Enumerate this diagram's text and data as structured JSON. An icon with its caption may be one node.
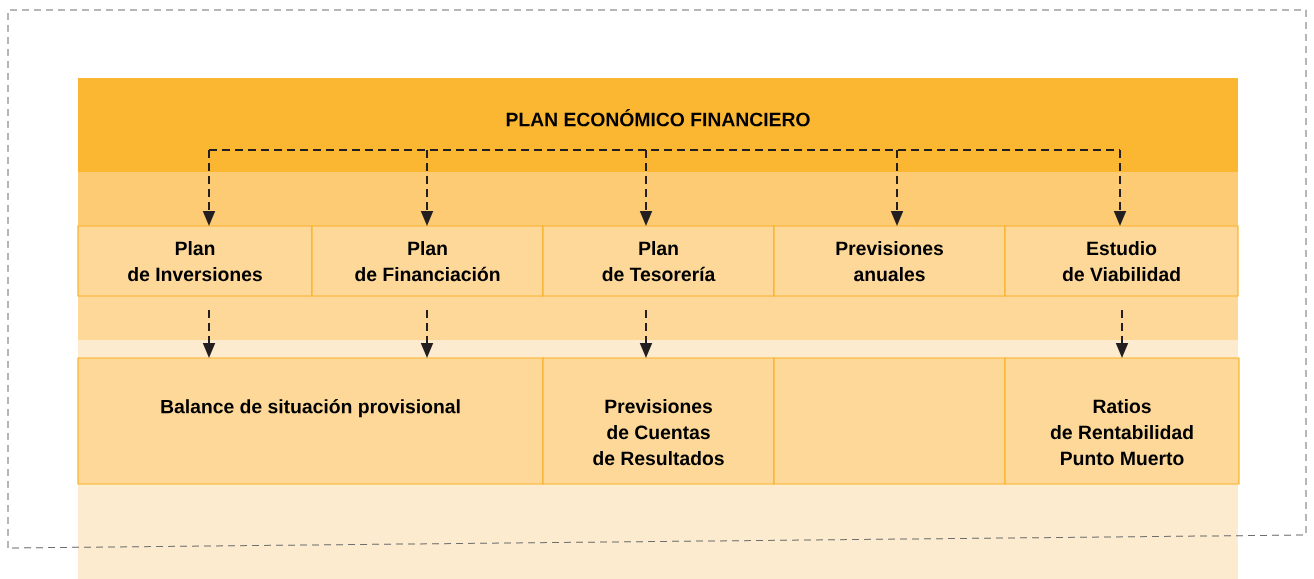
{
  "diagram": {
    "nodes": [
      {
        "text": [
          "PLAN ECONÓMICO FINANCIERO"
        ]
      },
      {
        "text": [
          "Plan de Inversiones"
        ]
      },
      {
        "text": [
          "Plan de Financiación"
        ]
      },
      {
        "text": [
          "Plan de Tesorería"
        ]
      },
      {
        "text": [
          "Previsiones anuales"
        ]
      },
      {
        "text": [
          "Estudio de Viabilidad"
        ]
      },
      {
        "text": [
          "Balance de situación provisional"
        ]
      },
      {
        "text": [
          "Previsiones de Cuentas de Resultados"
        ]
      },
      {
        "text": [],
        "shape": "box"
      },
      {
        "text": [
          "Ratios de Rentabilidad Punto Muerto"
        ]
      }
    ],
    "edges": [
      {
        "from": 0,
        "to": 1,
        "arrow": "to",
        "style": "dashed"
      },
      {
        "from": 0,
        "to": 2,
        "arrow": "to",
        "style": "dashed"
      },
      {
        "from": 0,
        "to": 3,
        "arrow": "to",
        "style": "dashed"
      },
      {
        "from": 0,
        "to": 4,
        "arrow": "to",
        "style": "dashed"
      },
      {
        "from": 0,
        "to": 5,
        "arrow": "to",
        "style": "dashed"
      },
      {
        "from": 1,
        "to": 6,
        "arrow": "to",
        "style": "dashed"
      },
      {
        "from": 2,
        "to": 6,
        "arrow": "to",
        "style": "dashed"
      },
      {
        "from": 3,
        "to": 7,
        "arrow": "to",
        "style": "dashed"
      },
      {
        "from": 5,
        "to": 9,
        "arrow": "to",
        "style": "dashed"
      }
    ]
  }
}
